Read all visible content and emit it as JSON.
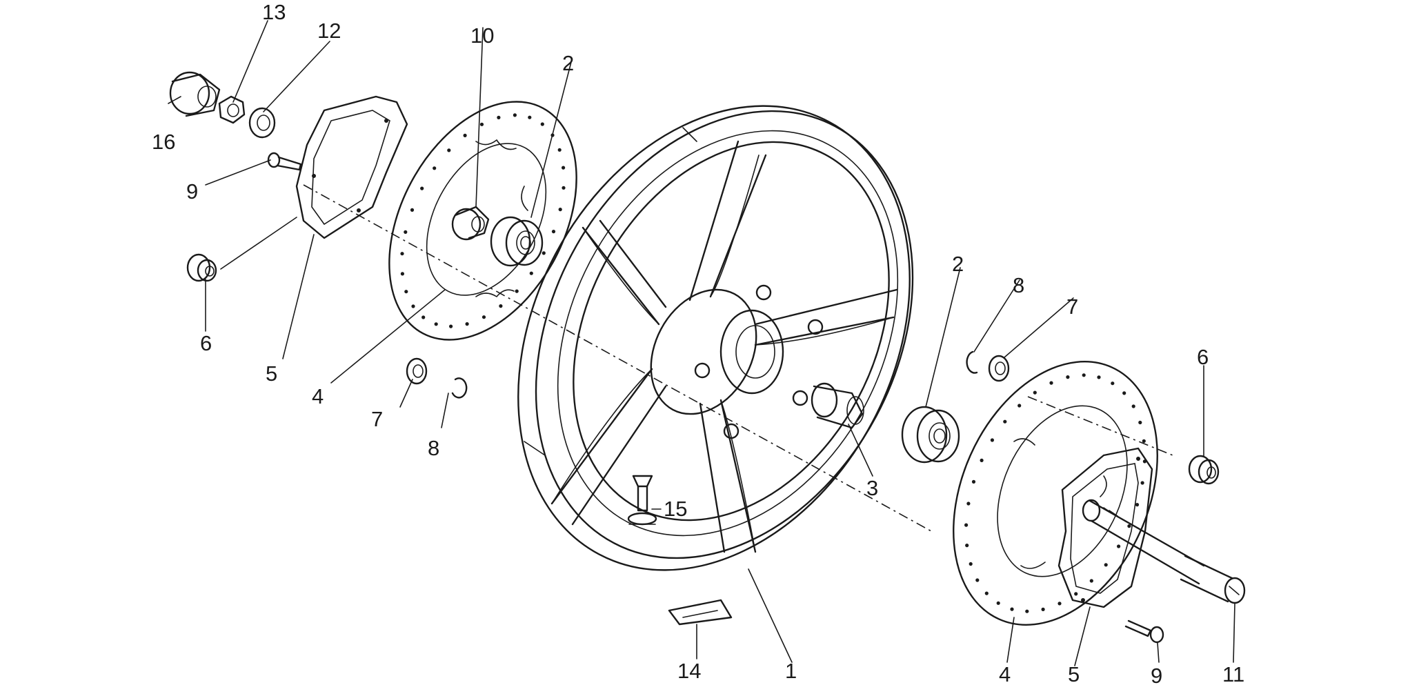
{
  "callouts": {
    "c1": "1",
    "c2a": "2",
    "c2b": "2",
    "c3": "3",
    "c4a": "4",
    "c4b": "4",
    "c5a": "5",
    "c5b": "5",
    "c6a": "6",
    "c6b": "6",
    "c7a": "7",
    "c7b": "7",
    "c8a": "8",
    "c8b": "8",
    "c9a": "9",
    "c9b": "9",
    "c10": "10",
    "c11": "11",
    "c12": "12",
    "c13": "13",
    "c14": "14",
    "c15": "15",
    "c16": "16"
  }
}
